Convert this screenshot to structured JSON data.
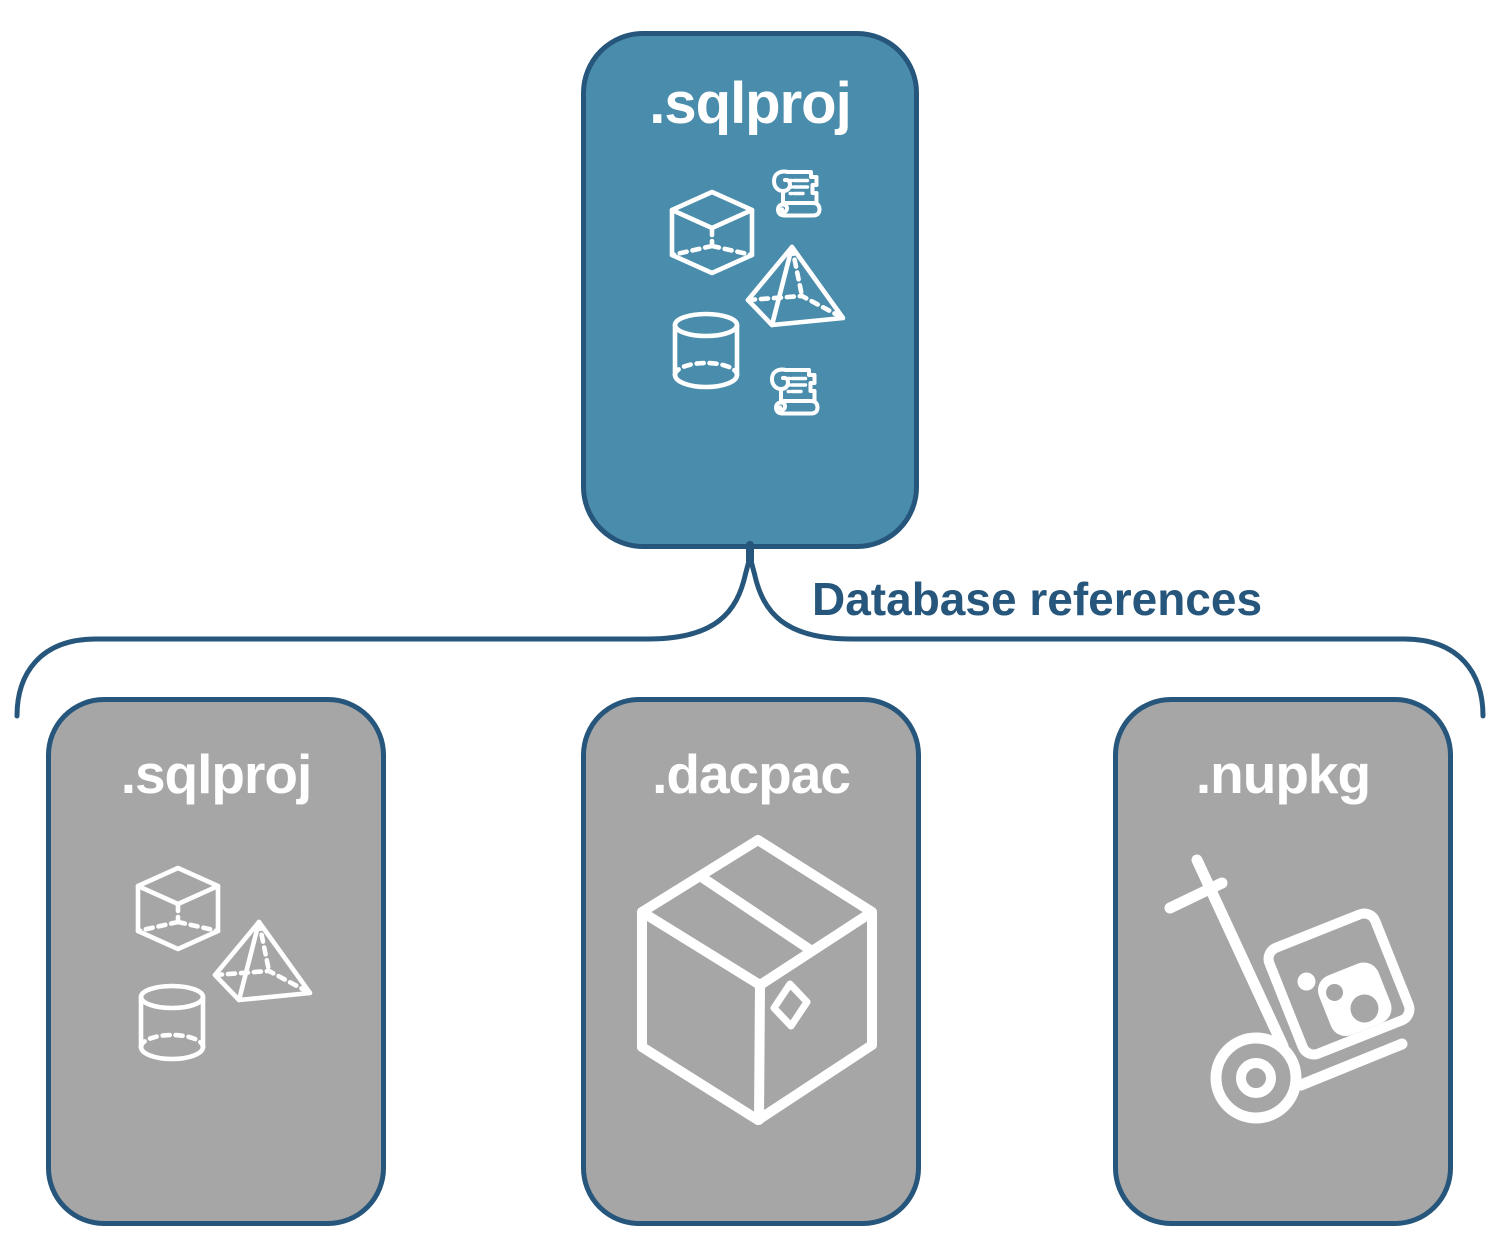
{
  "cards": {
    "parent": {
      "label": ".sqlproj",
      "fill": "#4A8CAB",
      "icons": [
        "scroll-icon",
        "cube-icon",
        "pyramid-icon",
        "cylinder-icon",
        "scroll-icon"
      ]
    },
    "children": [
      {
        "label": ".sqlproj",
        "fill": "#A6A6A6",
        "icons": [
          "cube-icon",
          "pyramid-icon",
          "cylinder-icon"
        ]
      },
      {
        "label": ".dacpac",
        "fill": "#A6A6A6",
        "icons": [
          "package-box-icon"
        ]
      },
      {
        "label": ".nupkg",
        "fill": "#A6A6A6",
        "icons": [
          "hand-truck-package-icon"
        ]
      }
    ]
  },
  "connector": {
    "label": "Database references",
    "color": "#26567B"
  },
  "colors": {
    "card_blue": "#4A8CAB",
    "card_gray": "#A6A6A6",
    "outline_blue": "#26567B",
    "icon_white": "#FFFFFF",
    "background": "#FFFFFF"
  }
}
